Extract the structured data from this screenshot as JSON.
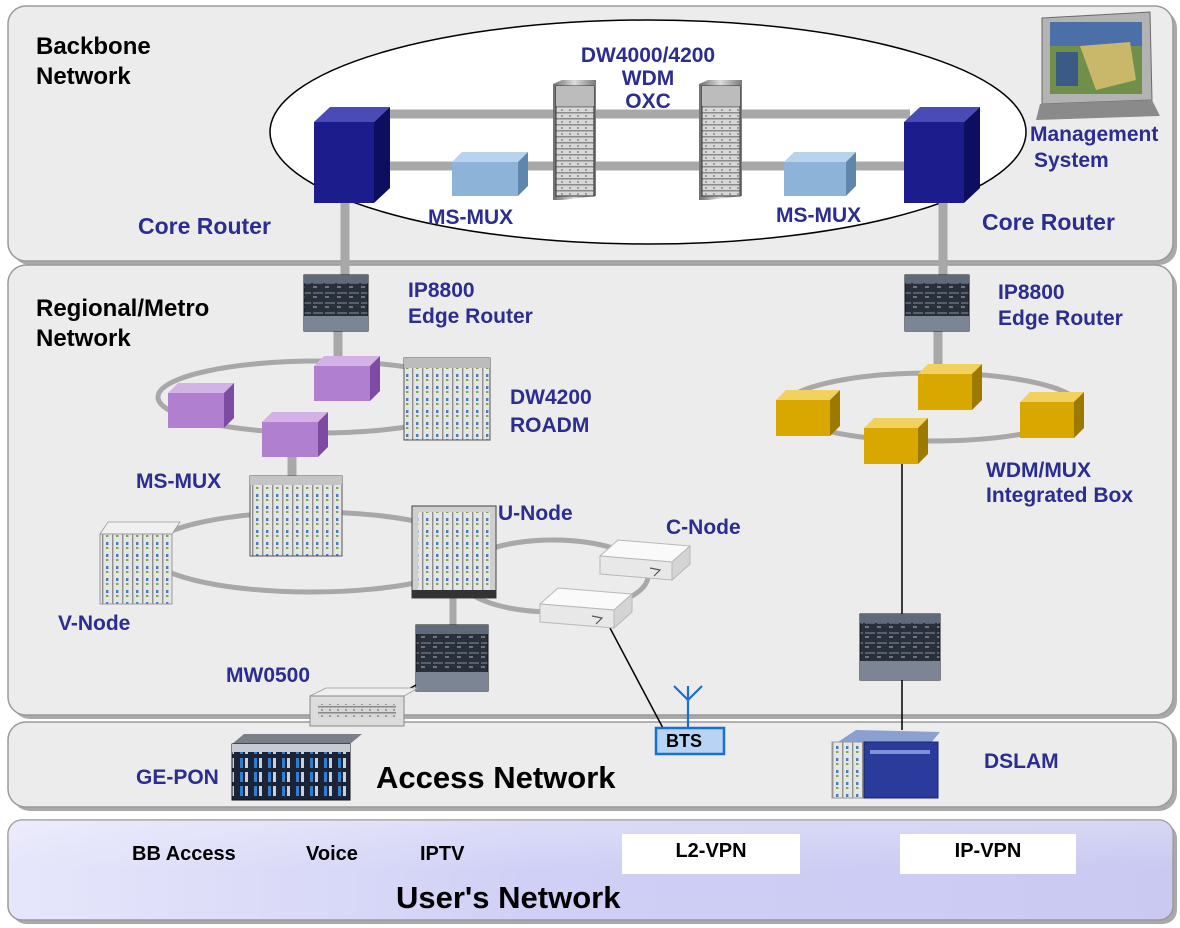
{
  "layers": {
    "backbone": [
      "Backbone",
      "Network"
    ],
    "regional": [
      "Regional/Metro",
      "Network"
    ],
    "access": "Access Network",
    "users": "User's Network"
  },
  "backbone": {
    "wdm_oxc": [
      "DW4000/4200",
      "WDM",
      "OXC"
    ],
    "management": [
      "Management",
      "System"
    ],
    "core_router_left": "Core Router",
    "core_router_right": "Core Router",
    "ms_mux_left": "MS-MUX",
    "ms_mux_right": "MS-MUX"
  },
  "regional": {
    "edge_left": [
      "IP8800",
      "Edge Router"
    ],
    "edge_right": [
      "IP8800",
      "Edge Router"
    ],
    "roadm": [
      "DW4200",
      "ROADM"
    ],
    "ms_mux": "MS-MUX",
    "u_node": "U-Node",
    "c_node": "C-Node",
    "v_node": "V-Node",
    "mw0500": "MW0500",
    "wdm_mux": [
      "WDM/MUX",
      "Integrated Box"
    ]
  },
  "access": {
    "ge_pon": "GE-PON",
    "bts": "BTS",
    "dslam": "DSLAM"
  },
  "services": {
    "bb_access": "BB Access",
    "voice": "Voice",
    "iptv": "IPTV",
    "l2_vpn": "L2-VPN",
    "ip_vpn": "IP-VPN"
  },
  "colors": {
    "layer_fill": "#ececec",
    "layer_border": "#9a9a9a",
    "label_blue": "#2b2d8f",
    "core_router": "#1c1c8c",
    "ms_mux_backbone": "#8db3d9",
    "ms_mux_ring": "#b07fd0",
    "wdm_box": "#d8a800",
    "link_gray": "#a8a8a8",
    "user_band": "#d6d6f7",
    "bts_fill": "#b8d4f4"
  }
}
